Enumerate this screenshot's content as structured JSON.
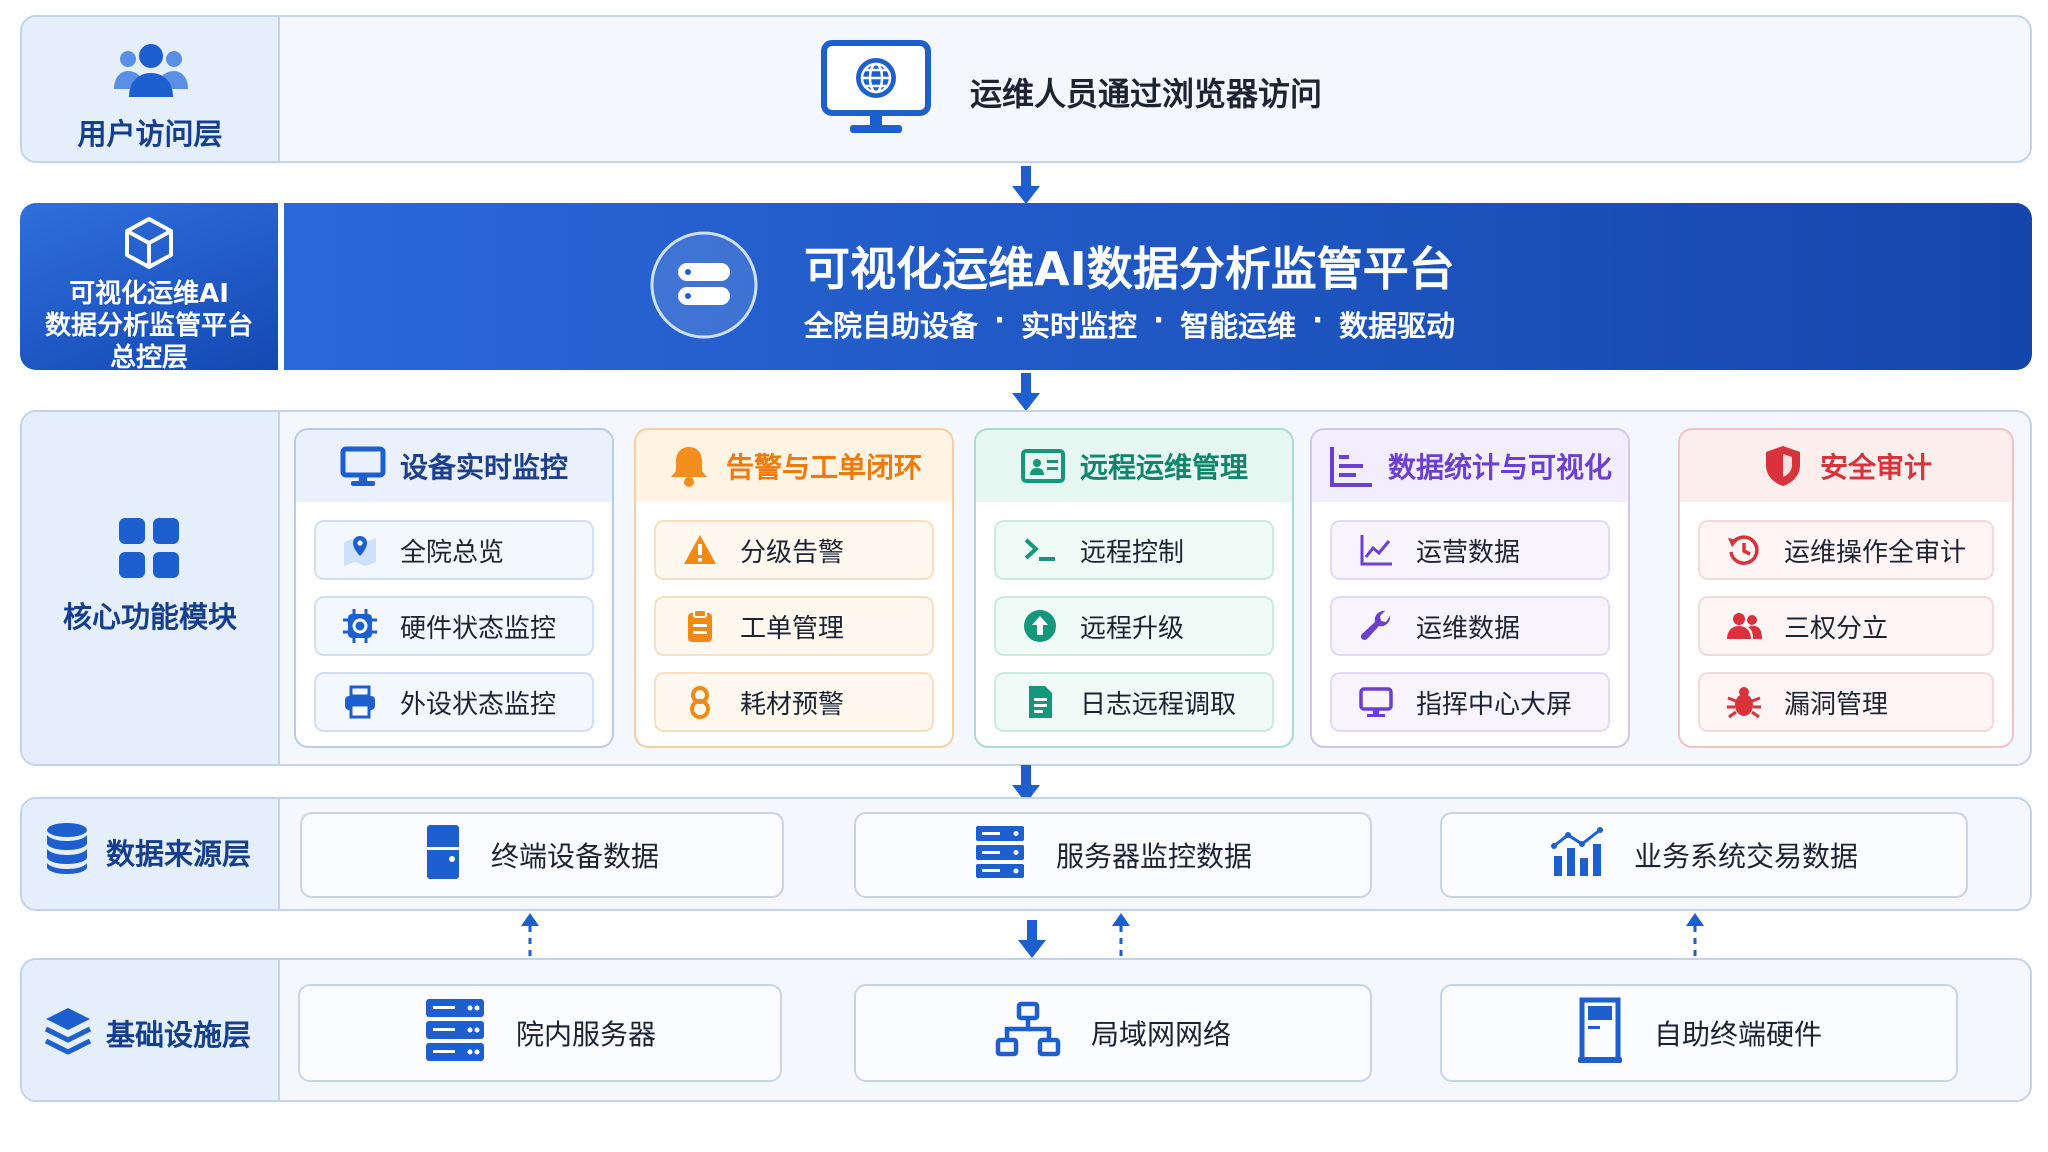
{
  "user_layer": {
    "label": "用户访问层",
    "text": "运维人员通过浏览器访问"
  },
  "control_layer": {
    "label_lines": [
      "可视化运维AI",
      "数据分析监管平台",
      "总控层"
    ],
    "title": "可视化运维AI数据分析监管平台",
    "tags": [
      "全院自助设备",
      "实时监控",
      "智能运维",
      "数据驱动"
    ],
    "separator": "·"
  },
  "core_layer": {
    "label": "核心功能模块",
    "modules": [
      {
        "title": "设备实时监控",
        "icon": "monitor-icon",
        "color": "#1e5fcf",
        "items": [
          {
            "label": "全院总览",
            "icon": "map-pin-icon"
          },
          {
            "label": "硬件状态监控",
            "icon": "chip-gear-icon"
          },
          {
            "label": "外设状态监控",
            "icon": "printer-icon"
          }
        ]
      },
      {
        "title": "告警与工单闭环",
        "icon": "bell-icon",
        "color": "#ef7f10",
        "items": [
          {
            "label": "分级告警",
            "icon": "warning-icon"
          },
          {
            "label": "工单管理",
            "icon": "clipboard-icon"
          },
          {
            "label": "耗材预警",
            "icon": "roll-icon"
          }
        ]
      },
      {
        "title": "远程运维管理",
        "icon": "remote-screen-icon",
        "color": "#14977a",
        "items": [
          {
            "label": "远程控制",
            "icon": "terminal-icon"
          },
          {
            "label": "远程升级",
            "icon": "upload-icon"
          },
          {
            "label": "日志远程调取",
            "icon": "document-icon"
          }
        ]
      },
      {
        "title": "数据统计与可视化",
        "icon": "bar-chart-icon",
        "color": "#6b3fd1",
        "items": [
          {
            "label": "运营数据",
            "icon": "line-chart-icon"
          },
          {
            "label": "运维数据",
            "icon": "wrench-icon"
          },
          {
            "label": "指挥中心大屏",
            "icon": "display-icon"
          }
        ]
      },
      {
        "title": "安全审计",
        "icon": "shield-icon",
        "color": "#d8323b",
        "items": [
          {
            "label": "运维操作全审计",
            "icon": "history-icon"
          },
          {
            "label": "三权分立",
            "icon": "users-icon"
          },
          {
            "label": "漏洞管理",
            "icon": "bug-icon"
          }
        ]
      }
    ]
  },
  "data_layer": {
    "label": "数据来源层",
    "sources": [
      "终端设备数据",
      "服务器监控数据",
      "业务系统交易数据"
    ]
  },
  "infra_layer": {
    "label": "基础设施层",
    "items": [
      "院内服务器",
      "局域网网络",
      "自助终端硬件"
    ]
  }
}
